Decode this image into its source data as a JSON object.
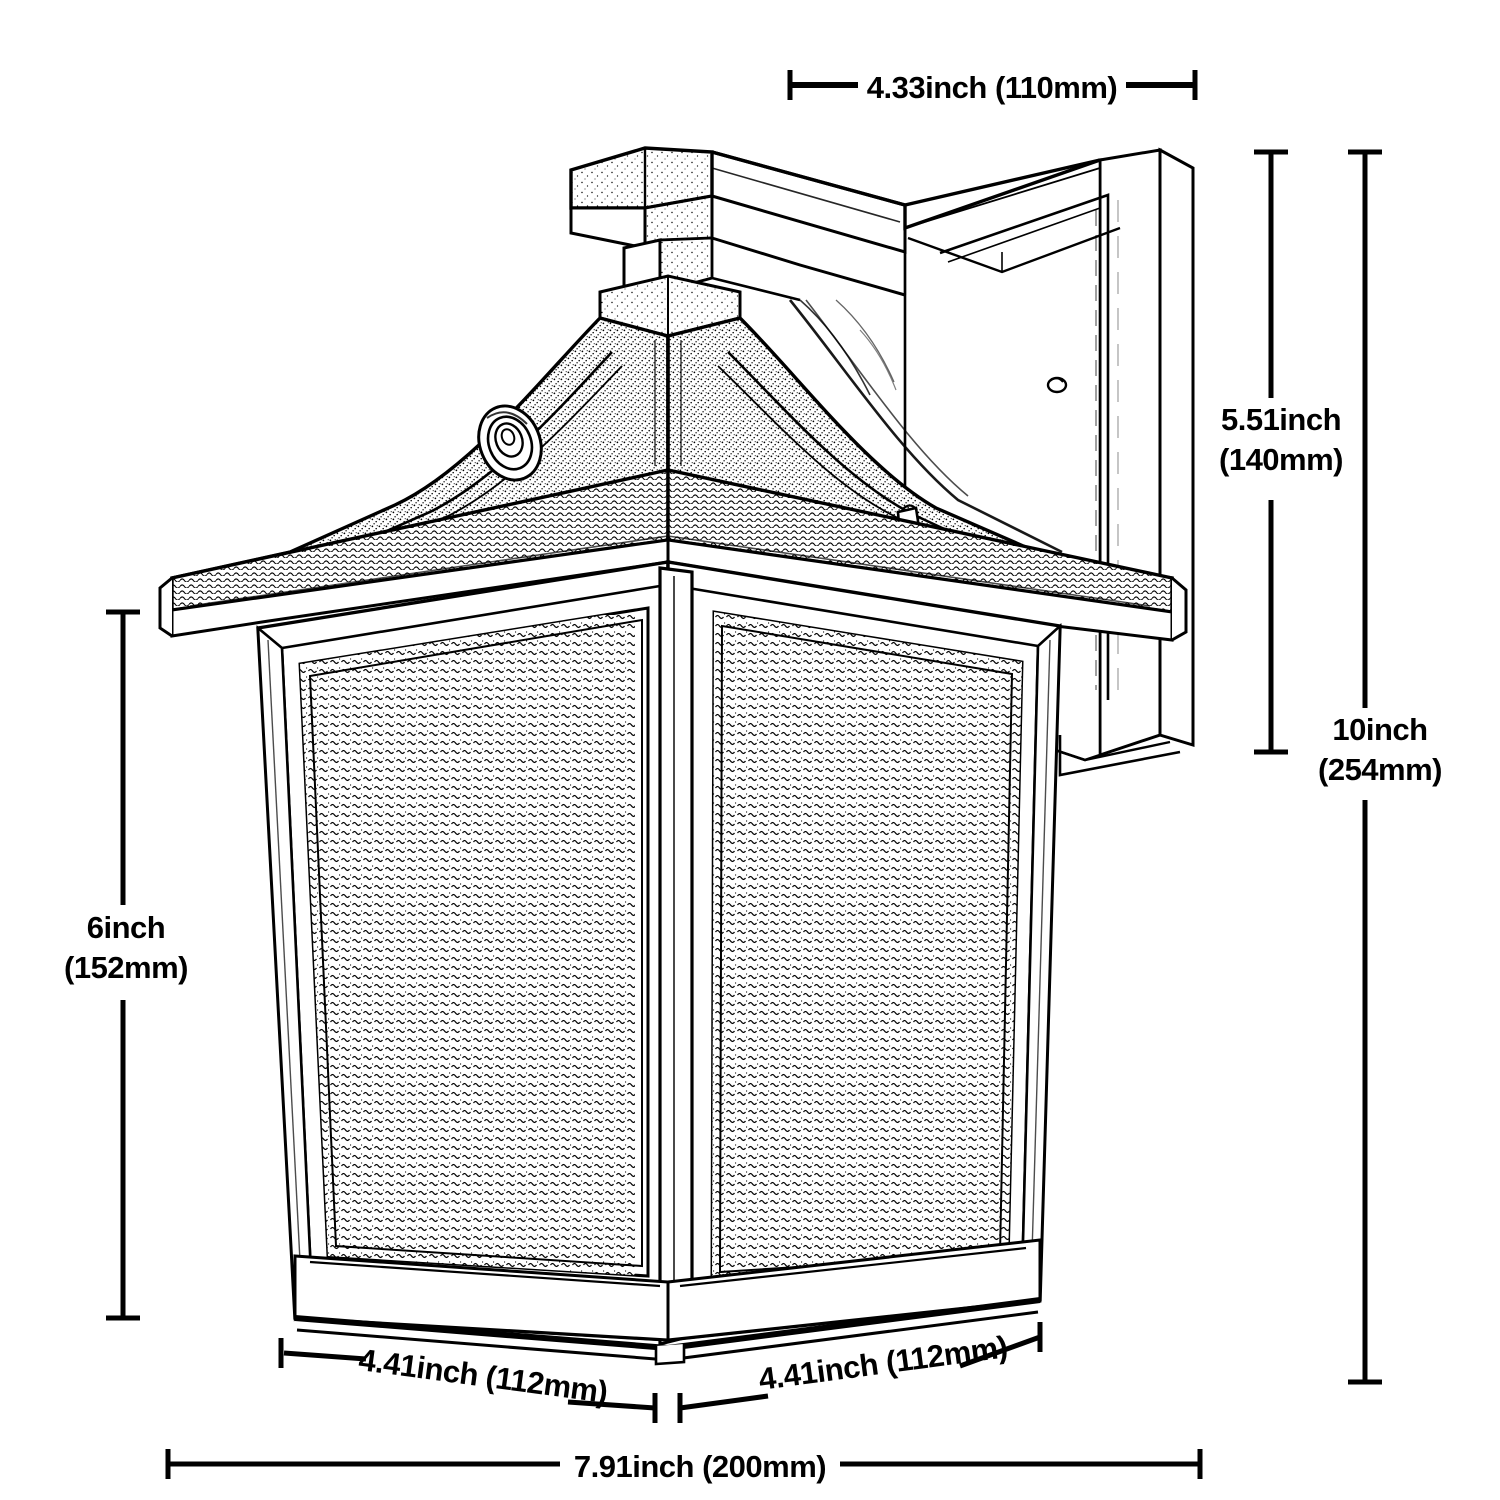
{
  "drawing": {
    "title": "Outdoor wall lantern dimensional drawing",
    "subject": "wall-mounted outdoor lantern sconce",
    "line_color": "#000000",
    "background_color": "#ffffff",
    "glass_color": "#ffffff",
    "units_note": "inch with millimeter in parentheses"
  },
  "dimensions": {
    "top_width": {
      "id": "top-width",
      "label": "4.33inch (110mm)",
      "inch": 4.33,
      "mm": 110,
      "orientation": "horizontal",
      "position": "top",
      "describes": "wall plate / mounting backplate width"
    },
    "upper_height": {
      "id": "upper-height",
      "label_line1": "5.51inch",
      "label_line2": "(140mm)",
      "label": "5.51inch (140mm)",
      "inch": 5.51,
      "mm": 140,
      "orientation": "vertical",
      "position": "right-inner",
      "describes": "wall plate / backplate height"
    },
    "overall_height": {
      "id": "overall-height",
      "label_line1": "10inch",
      "label_line2": "(254mm)",
      "label": "10inch (254mm)",
      "inch": 10,
      "mm": 254,
      "orientation": "vertical",
      "position": "right-outer",
      "describes": "overall fixture height"
    },
    "body_height": {
      "id": "body-height",
      "label_line1": "6inch",
      "label_line2": "(152mm)",
      "label": "6inch (152mm)",
      "inch": 6,
      "mm": 152,
      "orientation": "vertical",
      "position": "left",
      "describes": "lantern body / glass housing height"
    },
    "bottom_left_face": {
      "id": "bottom-left-face",
      "label": "4.41inch (112mm)",
      "inch": 4.41,
      "mm": 112,
      "orientation": "angled",
      "position": "bottom-left",
      "describes": "left bottom face width"
    },
    "bottom_right_face": {
      "id": "bottom-right-face",
      "label": "4.41inch (112mm)",
      "inch": 4.41,
      "mm": 112,
      "orientation": "angled",
      "position": "bottom-right",
      "describes": "right bottom face width"
    },
    "overall_width": {
      "id": "overall-width",
      "label": "7.91inch (200mm)",
      "inch": 7.91,
      "mm": 200,
      "orientation": "horizontal",
      "position": "bottom",
      "describes": "overall fixture width across diagonal"
    }
  },
  "parts": [
    {
      "name": "mounting-arm",
      "label": "mounting arm"
    },
    {
      "name": "wall-plate",
      "label": "wall plate"
    },
    {
      "name": "crown-roof",
      "label": "flared crown roof"
    },
    {
      "name": "roof-eave",
      "label": "roof eave band"
    },
    {
      "name": "rosette-ornament",
      "label": "rosette ornament"
    },
    {
      "name": "glass-panel-left",
      "label": "left seeded glass panel"
    },
    {
      "name": "glass-panel-right",
      "label": "right seeded glass panel"
    },
    {
      "name": "corner-post",
      "label": "corner post"
    },
    {
      "name": "base-skirt",
      "label": "base skirt"
    }
  ]
}
